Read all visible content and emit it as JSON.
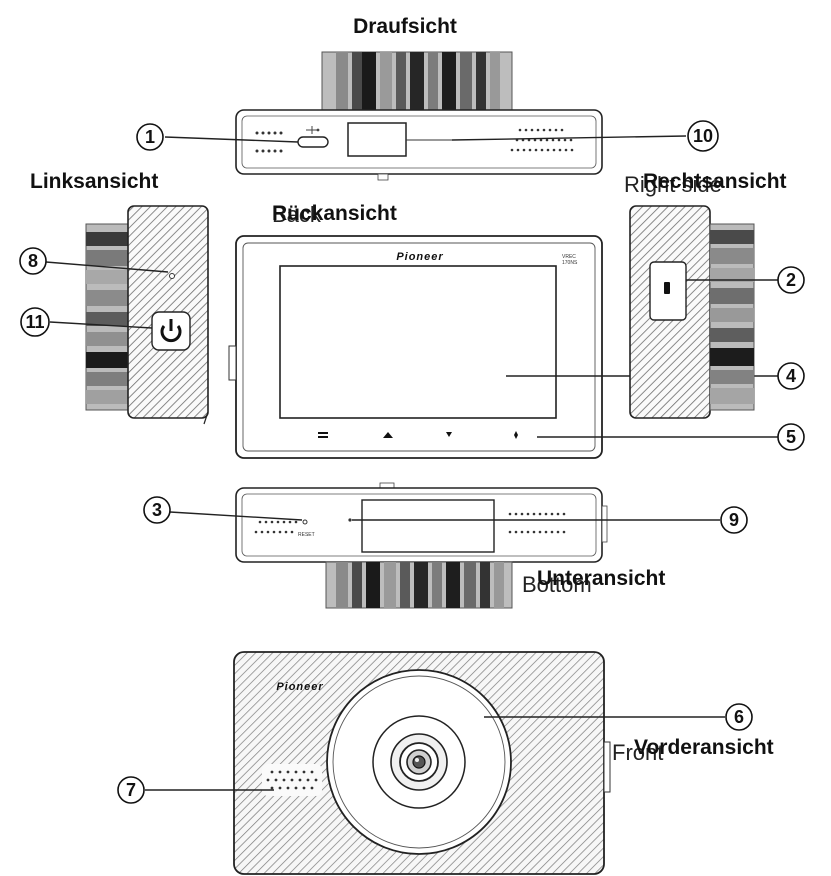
{
  "views": {
    "top": "Draufsicht",
    "left": "Linksansicht",
    "right": "Rechtsansicht",
    "right_ghost": "Right side",
    "back": "Rückansicht",
    "back_ghost": "Back",
    "bottom": "Unteransicht",
    "bottom_ghost": "Bottom",
    "front": "Vorderansicht",
    "front_ghost": "Front"
  },
  "brand": {
    "back": "Pioneer",
    "front": "Pioneer"
  },
  "badge": {
    "line1": "VREC",
    "line2": "170NS"
  },
  "reset_label": "RESET",
  "callouts": {
    "c1": "1",
    "c2": "2",
    "c3": "3",
    "c4": "4",
    "c5": "5",
    "c6": "6",
    "c7": "7",
    "c8": "8",
    "c9": "9",
    "c10": "10",
    "c11": "11"
  },
  "icons": {
    "usb": "usb-icon",
    "power": "power-icon",
    "menu": "menu-button-icon",
    "up": "up-button-icon",
    "down": "down-button-icon",
    "ok": "ok-button-icon"
  }
}
